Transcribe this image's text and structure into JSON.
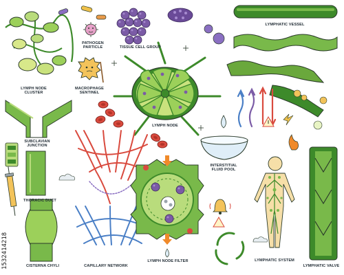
{
  "labels": {
    "lymph_node_cluster": "LYMPH NODE\nCLUSTER",
    "pathogen_particle": "PATHOGEN\nPARTICLE",
    "tissue_cell_group": "TISSUE CELL GROUP",
    "lymphatic_vessel": "LYMPHATIC VESSEL",
    "macrophage_sentinel": "MACROPHAGE\nSENTINEL",
    "lymph_node": "LYMPH NODE",
    "subclavian_junction": "SUBCLAVIAN\nJUNCTION",
    "interstitial_fluid_pool": "INTERSTITIAL\nFLUID POOL",
    "thoracic_duct": "THORACIC DUCT",
    "lymph_node_filter": "LYMPH NODE FILTER",
    "cisterna_chyli": "CISTERNA CHYLI",
    "capillary_network": "CAPILLARY NETWORK",
    "lymphatic_system": "LYMPHATIC SYSTEM",
    "lymphatic_valve": "LYMPHATIC VALVE"
  },
  "watermark": "1532414218",
  "colors": {
    "green_dark": "#3d8a2a",
    "green_mid": "#79b94a",
    "green_light": "#b9dc7c",
    "cell_purple": "#7b5ba6",
    "blood_red": "#d94a3e",
    "vessel_blue": "#4a7fc6",
    "skin_tan": "#f6dfa8",
    "fluid_blue": "#dfeef8",
    "outline": "#2a3a2a"
  },
  "icons": [
    "virus-icon",
    "macrophage-icon",
    "red-blood-cell-icon",
    "syringe-icon",
    "warning-icon",
    "bell-icon",
    "fire-icon",
    "droplet-icon",
    "cloud-icon",
    "recycle-arrows-icon",
    "sparkle-icon"
  ]
}
